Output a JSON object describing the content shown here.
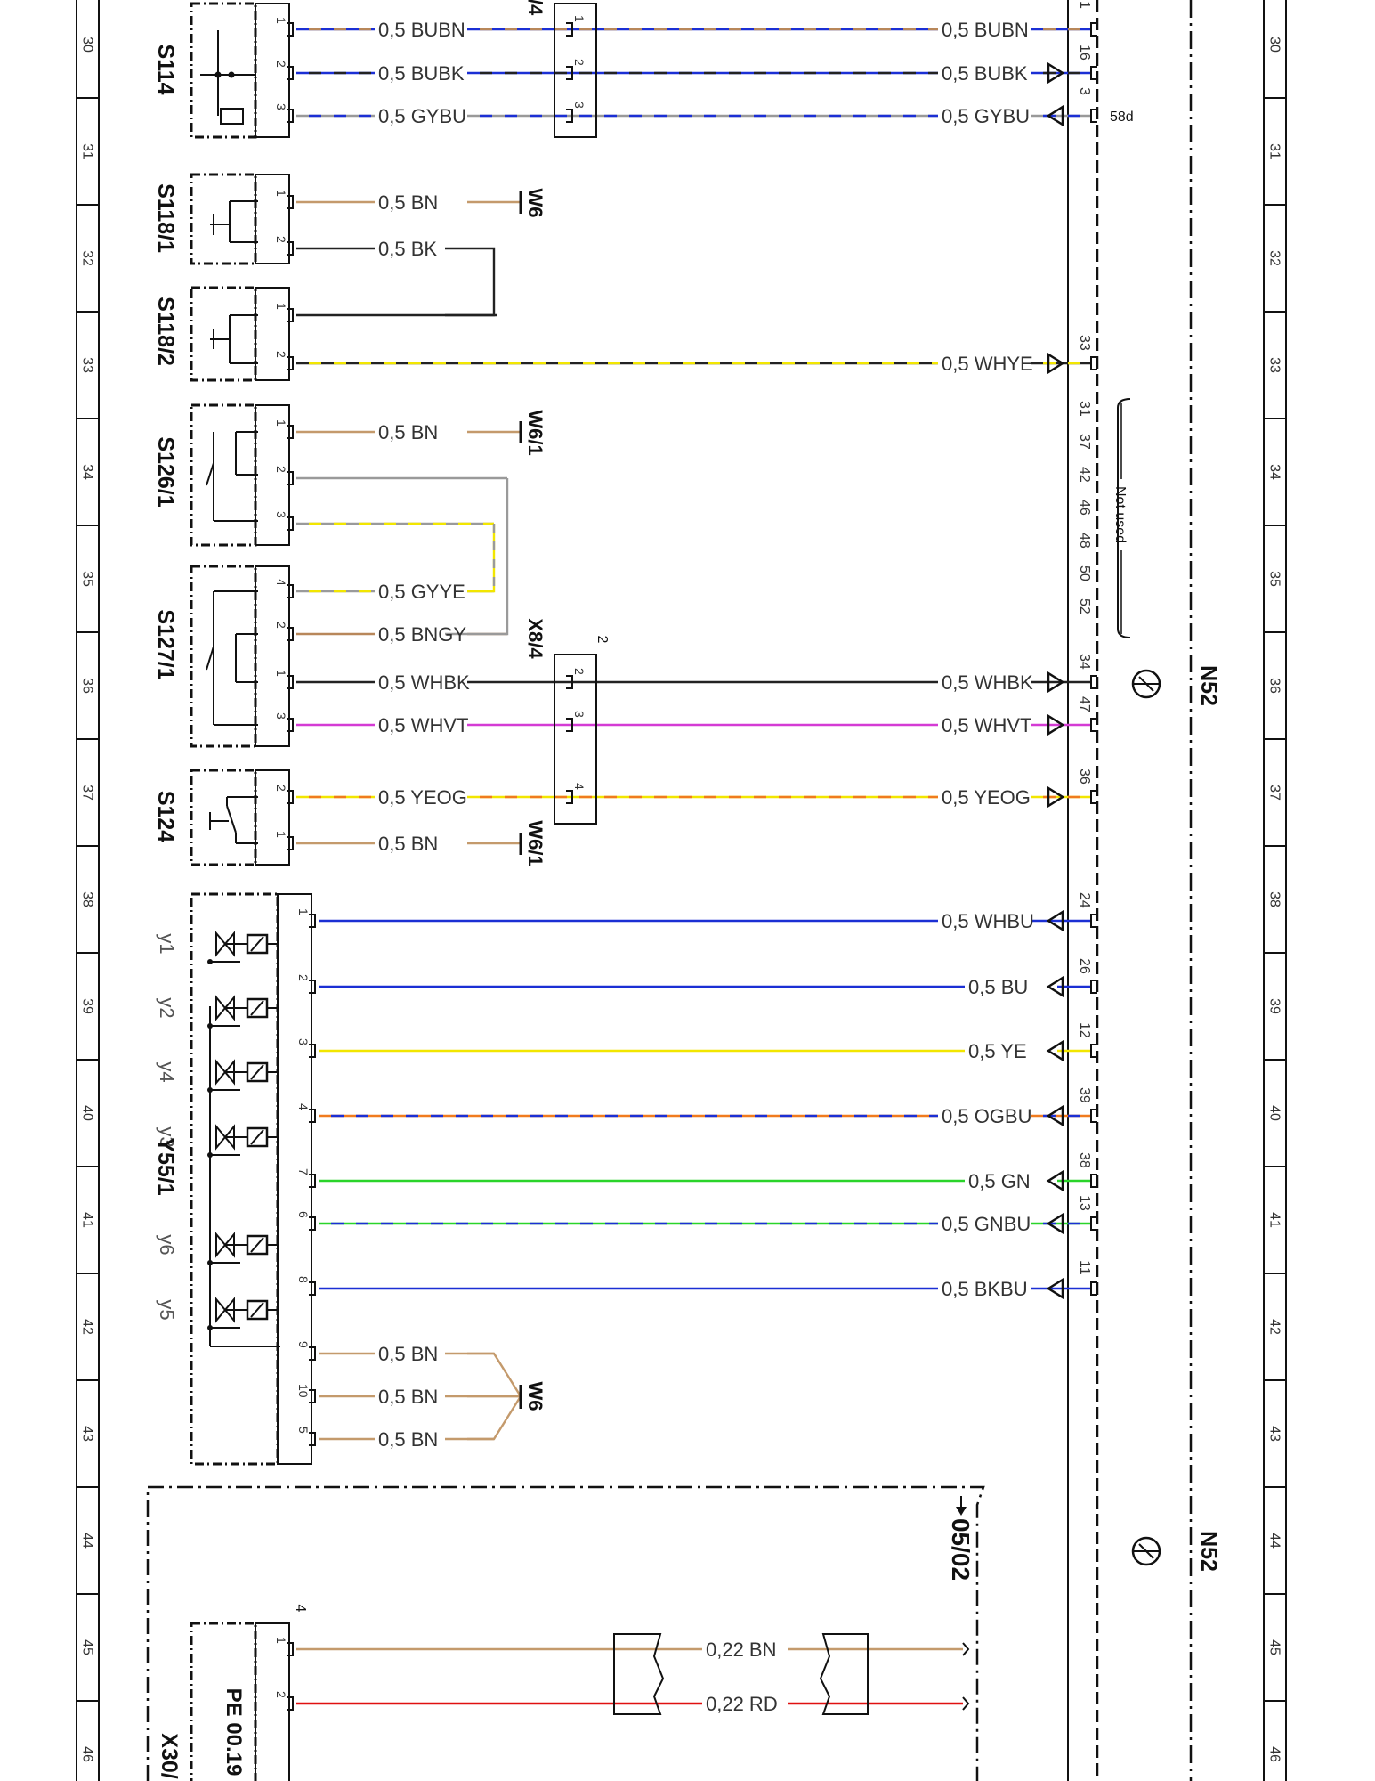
{
  "zones": [
    "30",
    "31",
    "32",
    "33",
    "34",
    "35",
    "36",
    "37",
    "38",
    "39",
    "40",
    "41",
    "42",
    "43",
    "44",
    "45",
    "46"
  ],
  "components": {
    "s114": "S114",
    "s118_1": "S118/1",
    "s118_2": "S118/2",
    "s126_1": "S126/1",
    "s127_1": "S127/1",
    "s124": "S124",
    "y55_1": "Y55/1",
    "x30": "X30/",
    "pe_note": "PE 00.19",
    "n52": "N52",
    "x8_4": "X8/4",
    "x8_4_pin": "2",
    "x_top_partial": "/4",
    "bottom_connector_pin": "4"
  },
  "valves": [
    "y1",
    "y2",
    "y4",
    "y3",
    "y6",
    "y5"
  ],
  "grounds": {
    "w6": "W6",
    "w6_1": "W6/1"
  },
  "not_used": {
    "label": "Not used",
    "pins": [
      "31",
      "37",
      "42",
      "46",
      "48",
      "50",
      "52"
    ]
  },
  "reference": "05/02",
  "pin_58d": "58d",
  "wires": [
    {
      "comp_pin": "1",
      "label": "0,5  BUBN",
      "conn_pin": "1",
      "right_label": "0,5  BUBN",
      "n52_pin": "1",
      "colors": [
        "#1b2fd4",
        "#b8875a"
      ]
    },
    {
      "comp_pin": "2",
      "label": "0,5  BUBK",
      "conn_pin": "2",
      "right_label": "0,5  BUBK",
      "n52_pin": "16",
      "colors": [
        "#1b2fd4",
        "#222222"
      ]
    },
    {
      "comp_pin": "3",
      "label": "0,5  GYBU",
      "conn_pin": "3",
      "right_label": "0,5  GYBU",
      "n52_pin": "3",
      "colors": [
        "#999999",
        "#1b2fd4"
      ]
    },
    {
      "comp_pin": "1",
      "label": "0,5  BN",
      "colors": [
        "#c49a6c"
      ]
    },
    {
      "comp_pin": "2",
      "label": "0,5  BK",
      "colors": [
        "#222222"
      ]
    },
    {
      "comp_pin": "1",
      "colors": [
        "#222222"
      ]
    },
    {
      "comp_pin": "2",
      "right_label": "0,5  WHYE",
      "n52_pin": "33",
      "colors": [
        "#222222",
        "#f2e600"
      ]
    },
    {
      "comp_pin": "1",
      "label": "0,5  BN",
      "colors": [
        "#c49a6c"
      ]
    },
    {
      "comp_pin": "2",
      "colors": [
        "#9a9a9a"
      ]
    },
    {
      "comp_pin": "3",
      "colors": [
        "#9a9a9a",
        "#f2e600"
      ]
    },
    {
      "comp_pin": "4",
      "label": "0,5  GYYE",
      "colors": [
        "#9a9a9a",
        "#f2e600"
      ]
    },
    {
      "comp_pin": "2",
      "label": "0,5  BNGY",
      "colors": [
        "#b8875a"
      ]
    },
    {
      "comp_pin": "1",
      "label": "0,5  WHBK",
      "conn_pin": "2",
      "right_label": "0,5  WHBK",
      "n52_pin": "34",
      "colors": [
        "#222222"
      ]
    },
    {
      "comp_pin": "3",
      "label": "0,5  WHVT",
      "conn_pin": "3",
      "right_label": "0,5  WHVT",
      "n52_pin": "47",
      "colors": [
        "#d43bd4"
      ]
    },
    {
      "comp_pin": "2",
      "label": "0,5  YEOG",
      "conn_pin": "4",
      "right_label": "0,5  YEOG",
      "n52_pin": "36",
      "colors": [
        "#f2e600",
        "#f07b1e"
      ]
    },
    {
      "comp_pin": "1",
      "label": "0,5  BN",
      "colors": [
        "#c49a6c"
      ]
    },
    {
      "comp_pin": "1",
      "right_label": "0,5  WHBU",
      "n52_pin": "24",
      "colors": [
        "#1b2fd4"
      ]
    },
    {
      "comp_pin": "2",
      "right_label": "0,5  BU",
      "n52_pin": "26",
      "colors": [
        "#1b2fd4"
      ]
    },
    {
      "comp_pin": "3",
      "right_label": "0,5  YE",
      "n52_pin": "12",
      "colors": [
        "#f2e600"
      ]
    },
    {
      "comp_pin": "4",
      "right_label": "0,5  OGBU",
      "n52_pin": "39",
      "colors": [
        "#f07b1e",
        "#1b2fd4"
      ]
    },
    {
      "comp_pin": "7",
      "right_label": "0,5  GN",
      "n52_pin": "38",
      "colors": [
        "#2ad42a"
      ]
    },
    {
      "comp_pin": "6",
      "right_label": "0,5  GNBU",
      "n52_pin": "13",
      "colors": [
        "#2ad42a",
        "#1b2fd4"
      ]
    },
    {
      "comp_pin": "8",
      "right_label": "0,5  BKBU",
      "n52_pin": "11",
      "colors": [
        "#1b2fd4"
      ]
    },
    {
      "comp_pin": "9",
      "label": "0,5  BN",
      "colors": [
        "#c49a6c"
      ]
    },
    {
      "comp_pin": "10",
      "label": "0,5  BN",
      "colors": [
        "#c49a6c"
      ]
    },
    {
      "comp_pin": "5",
      "label": "0,5  BN",
      "colors": [
        "#c49a6c"
      ]
    },
    {
      "comp_pin": "1",
      "mid_label": "0,22  BN",
      "colors": [
        "#c49a6c"
      ]
    },
    {
      "comp_pin": "2",
      "mid_label": "0,22  RD",
      "colors": [
        "#e01010"
      ]
    }
  ]
}
